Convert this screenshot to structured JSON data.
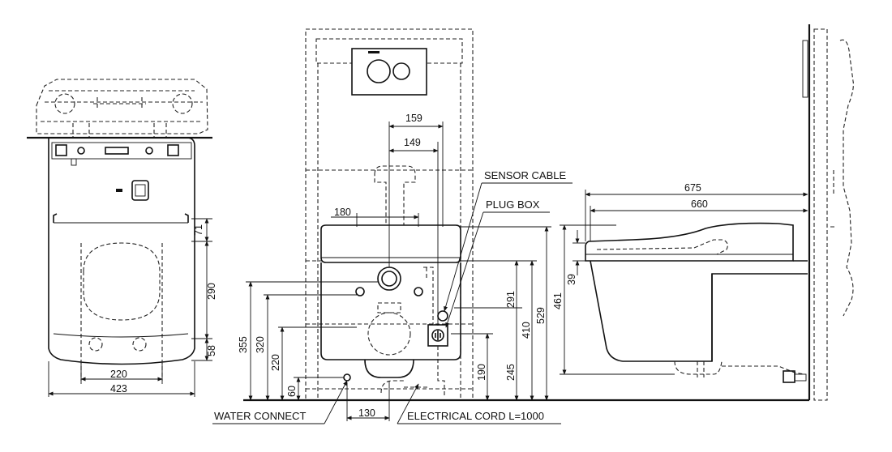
{
  "views": {
    "front_left": {
      "dims": {
        "d71": "71",
        "d290": "290",
        "d58": "58",
        "d220": "220",
        "d423": "423"
      }
    },
    "center_rear": {
      "dims": {
        "d159": "159",
        "d149": "149",
        "d180": "180",
        "d355": "355",
        "d320": "320",
        "d220": "220",
        "d60": "60",
        "d130": "130",
        "d291": "291",
        "d410": "410",
        "d529": "529",
        "d190": "190",
        "d245": "245"
      },
      "labels": {
        "sensor_cable": "SENSOR CABLE",
        "plug_box": "PLUG BOX",
        "water_connect": "WATER CONNECT",
        "electrical_cord": "ELECTRICAL CORD L=1000"
      }
    },
    "side_right": {
      "dims": {
        "d675": "675",
        "d660": "660",
        "d461": "461",
        "d39": "39"
      }
    }
  }
}
